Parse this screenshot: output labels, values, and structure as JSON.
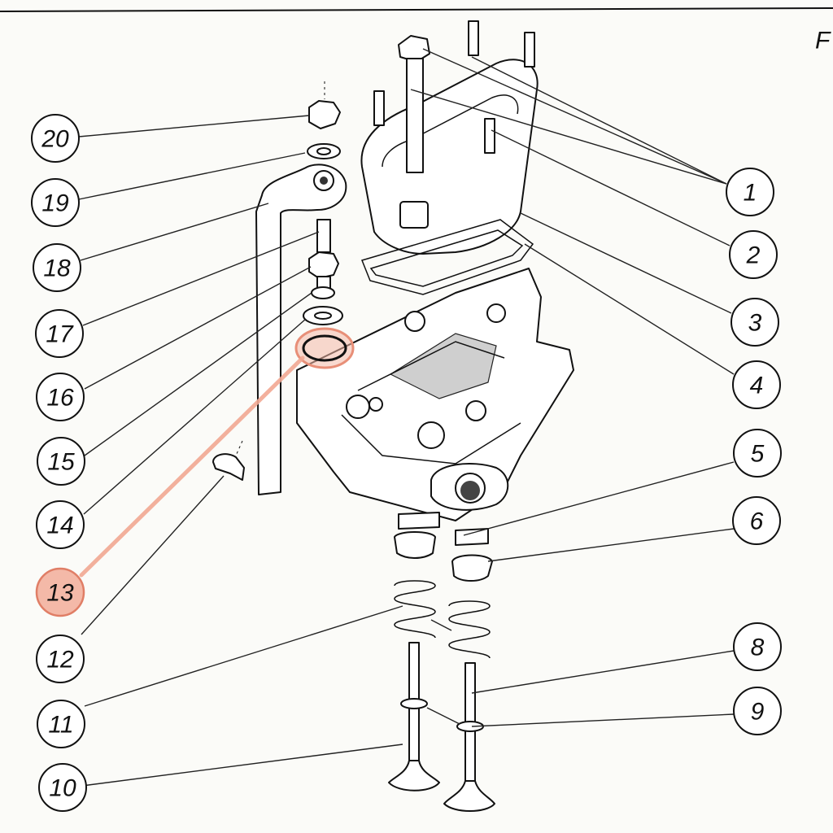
{
  "figure": {
    "corner_label": "F",
    "callouts": [
      {
        "id": "20",
        "label": "20"
      },
      {
        "id": "19",
        "label": "19"
      },
      {
        "id": "18",
        "label": "18"
      },
      {
        "id": "17",
        "label": "17"
      },
      {
        "id": "16",
        "label": "16"
      },
      {
        "id": "15",
        "label": "15"
      },
      {
        "id": "14",
        "label": "14"
      },
      {
        "id": "13",
        "label": "13",
        "highlighted": true
      },
      {
        "id": "12",
        "label": "12"
      },
      {
        "id": "11",
        "label": "11"
      },
      {
        "id": "10",
        "label": "10"
      },
      {
        "id": "1",
        "label": "1"
      },
      {
        "id": "2",
        "label": "2"
      },
      {
        "id": "3",
        "label": "3"
      },
      {
        "id": "4",
        "label": "4"
      },
      {
        "id": "5",
        "label": "5"
      },
      {
        "id": "6",
        "label": "6"
      },
      {
        "id": "8",
        "label": "8"
      },
      {
        "id": "9",
        "label": "9"
      }
    ],
    "highlight_color": "#f4b9a8"
  }
}
